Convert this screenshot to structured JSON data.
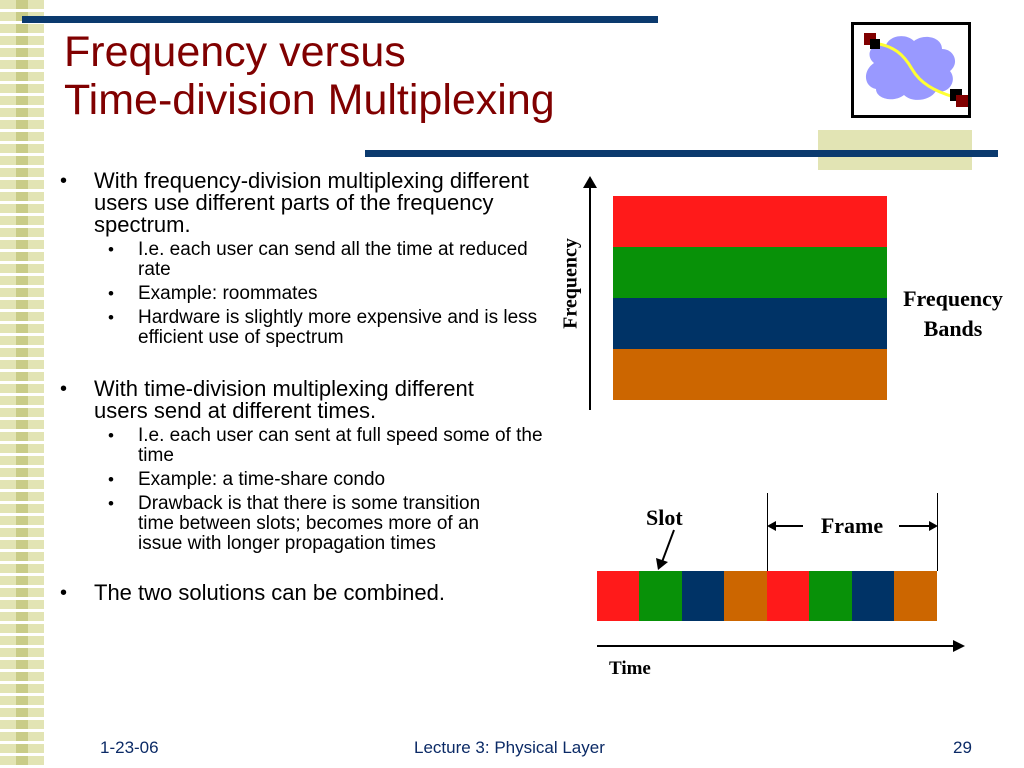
{
  "slide": {
    "title_line1": "Frequency versus",
    "title_line2": "Time-division Multiplexing"
  },
  "colors": {
    "title": "#800000",
    "accent_bar": "#0b3a6e",
    "band_red": "#ff1a1a",
    "band_green": "#089108",
    "band_blue": "#003366",
    "band_orange": "#cc6600"
  },
  "bullets": [
    {
      "text": "With frequency-division multiplexing different users use different parts of the frequency spectrum.",
      "sub": [
        "I.e. each user can send all the time at reduced rate",
        "Example: roommates",
        "Hardware is slightly more expensive and is less efficient use of spectrum"
      ]
    },
    {
      "text": "With time-division multiplexing different users send at different times.",
      "sub": [
        "I.e. each user can sent at full speed some of the time",
        "Example: a time-share condo",
        "Drawback is that there is some transition time between slots; becomes more of an issue with longer propagation times"
      ]
    },
    {
      "text": "The two solutions can be combined.",
      "sub": []
    }
  ],
  "fdm_diagram": {
    "axis_label": "Frequency",
    "bands_label_line1": "Frequency",
    "bands_label_line2": "Bands"
  },
  "tdm_diagram": {
    "slot_label": "Slot",
    "frame_label": "Frame",
    "time_label": "Time"
  },
  "footer": {
    "date": "1-23-06",
    "lecture": "Lecture 3: Physical Layer",
    "page": "29"
  },
  "icons": {
    "logo": "network-cloud-icon"
  }
}
